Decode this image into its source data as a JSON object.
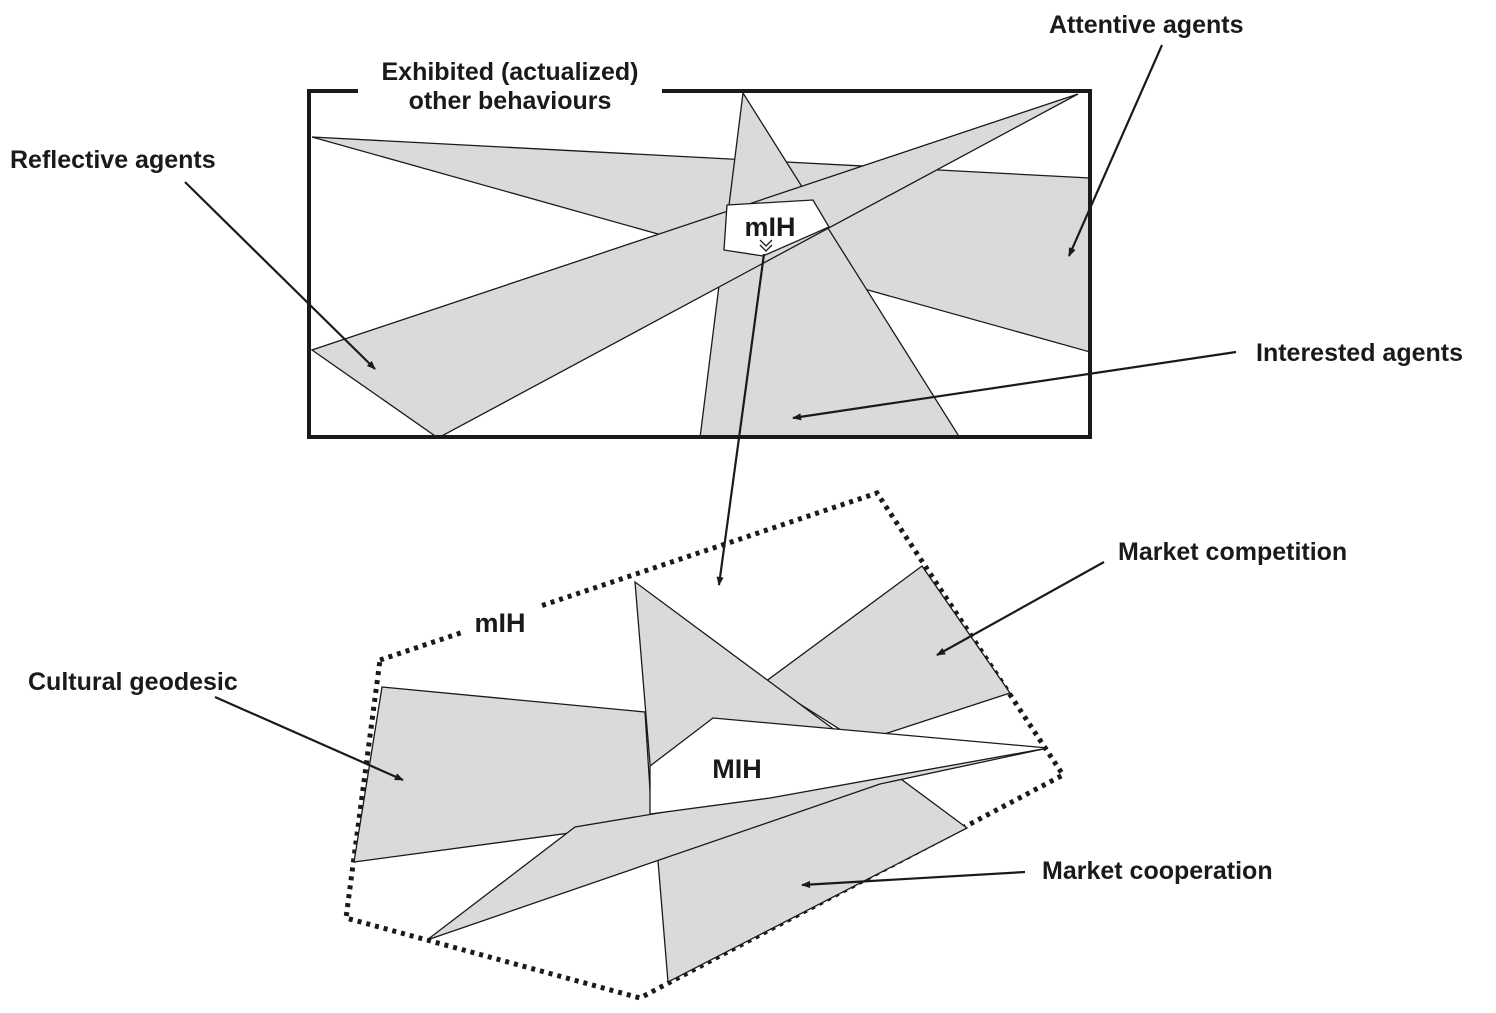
{
  "labels": {
    "exhibited_line1": "Exhibited (actualized)",
    "exhibited_line2": "other behaviours",
    "attentive_agents": "Attentive agents",
    "reflective_agents": "Reflective agents",
    "interested_agents": "Interested agents",
    "mih_small_top": "mIH",
    "mih_small_bottom": "mIH",
    "mih_large": "MIH",
    "market_competition": "Market competition",
    "cultural_geodesic": "Cultural geodesic",
    "market_cooperation": "Market cooperation"
  },
  "colors": {
    "fill": "#d9dbda",
    "stroke": "#1a1a1a",
    "background": "#ffffff"
  }
}
